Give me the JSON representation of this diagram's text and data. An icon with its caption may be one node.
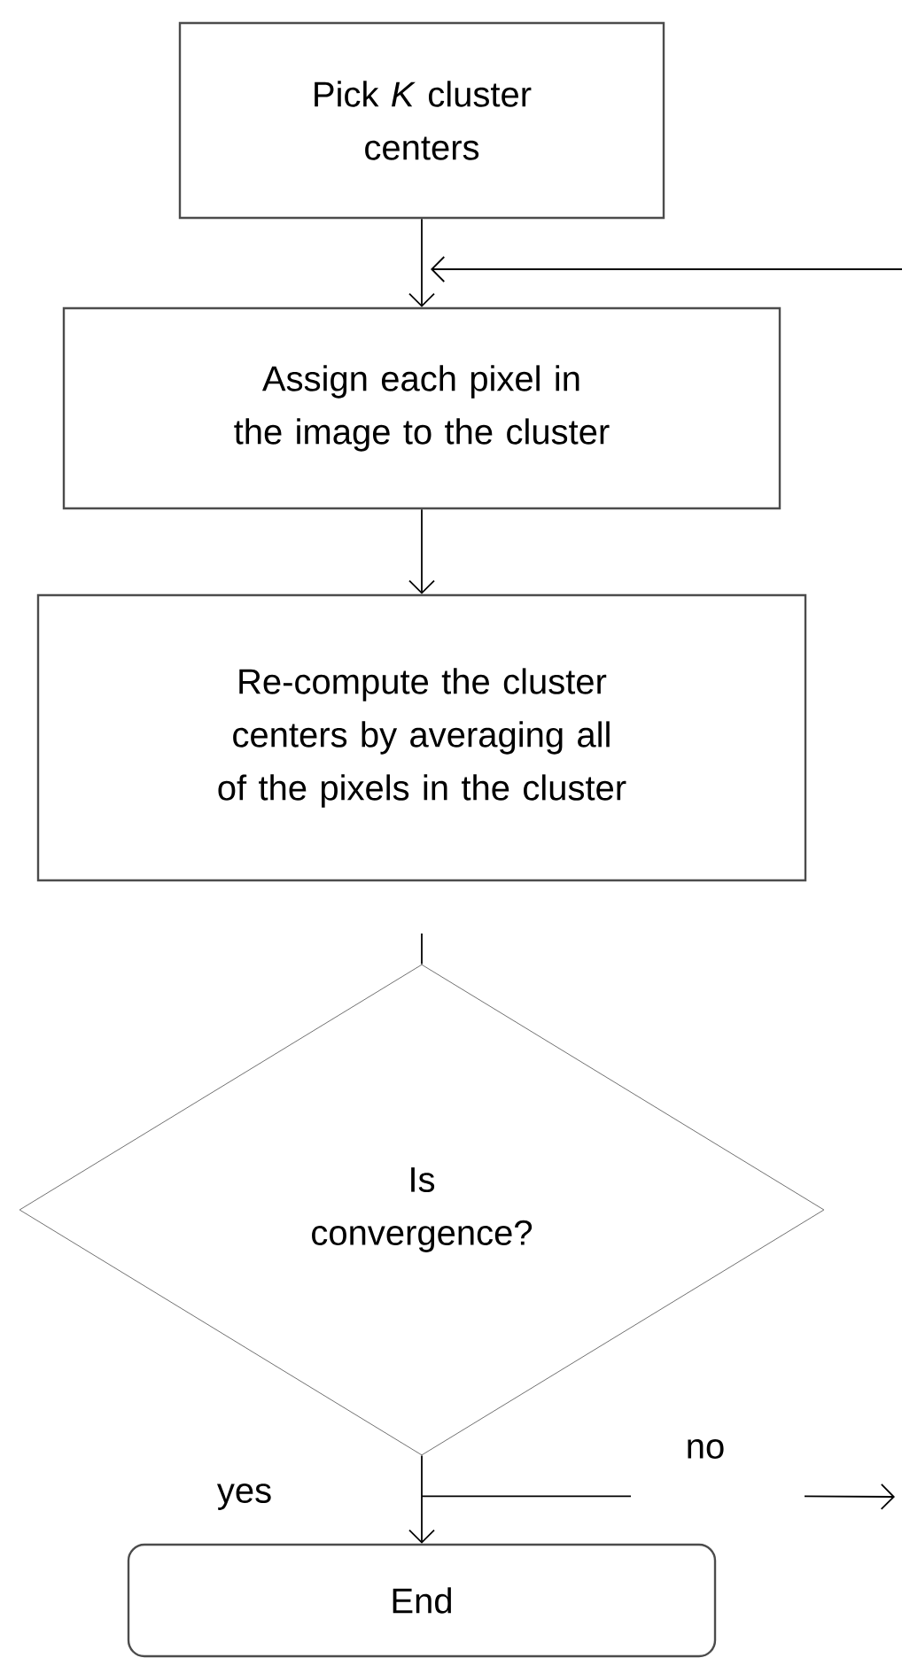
{
  "diagram": {
    "nodes": [
      {
        "text": [
          "Pick *K* cluster centers"
        ]
      },
      {
        "text": [
          "Assign each pixel in the image to the cluster"
        ]
      },
      {
        "text": [
          "Re-compute the cluster centers by averaging all of the pixels in the cluster"
        ]
      },
      {
        "text": [
          "Is convergence?"
        ]
      },
      {
        "text": [
          "End"
        ]
      }
    ],
    "edges": [
      {
        "from": 0,
        "to": 1,
        "arrow": "to"
      },
      {
        "from": null,
        "to": 1,
        "arrow": "to"
      },
      {
        "from": 1,
        "to": 2,
        "arrow": "to"
      },
      {
        "from": null,
        "to": 3,
        "arrow": "none"
      },
      {
        "from": 3,
        "to": 4,
        "arrow": "to",
        "label": "yes"
      },
      {
        "from": 3,
        "to": null,
        "arrow": "to",
        "label": "no"
      }
    ]
  }
}
